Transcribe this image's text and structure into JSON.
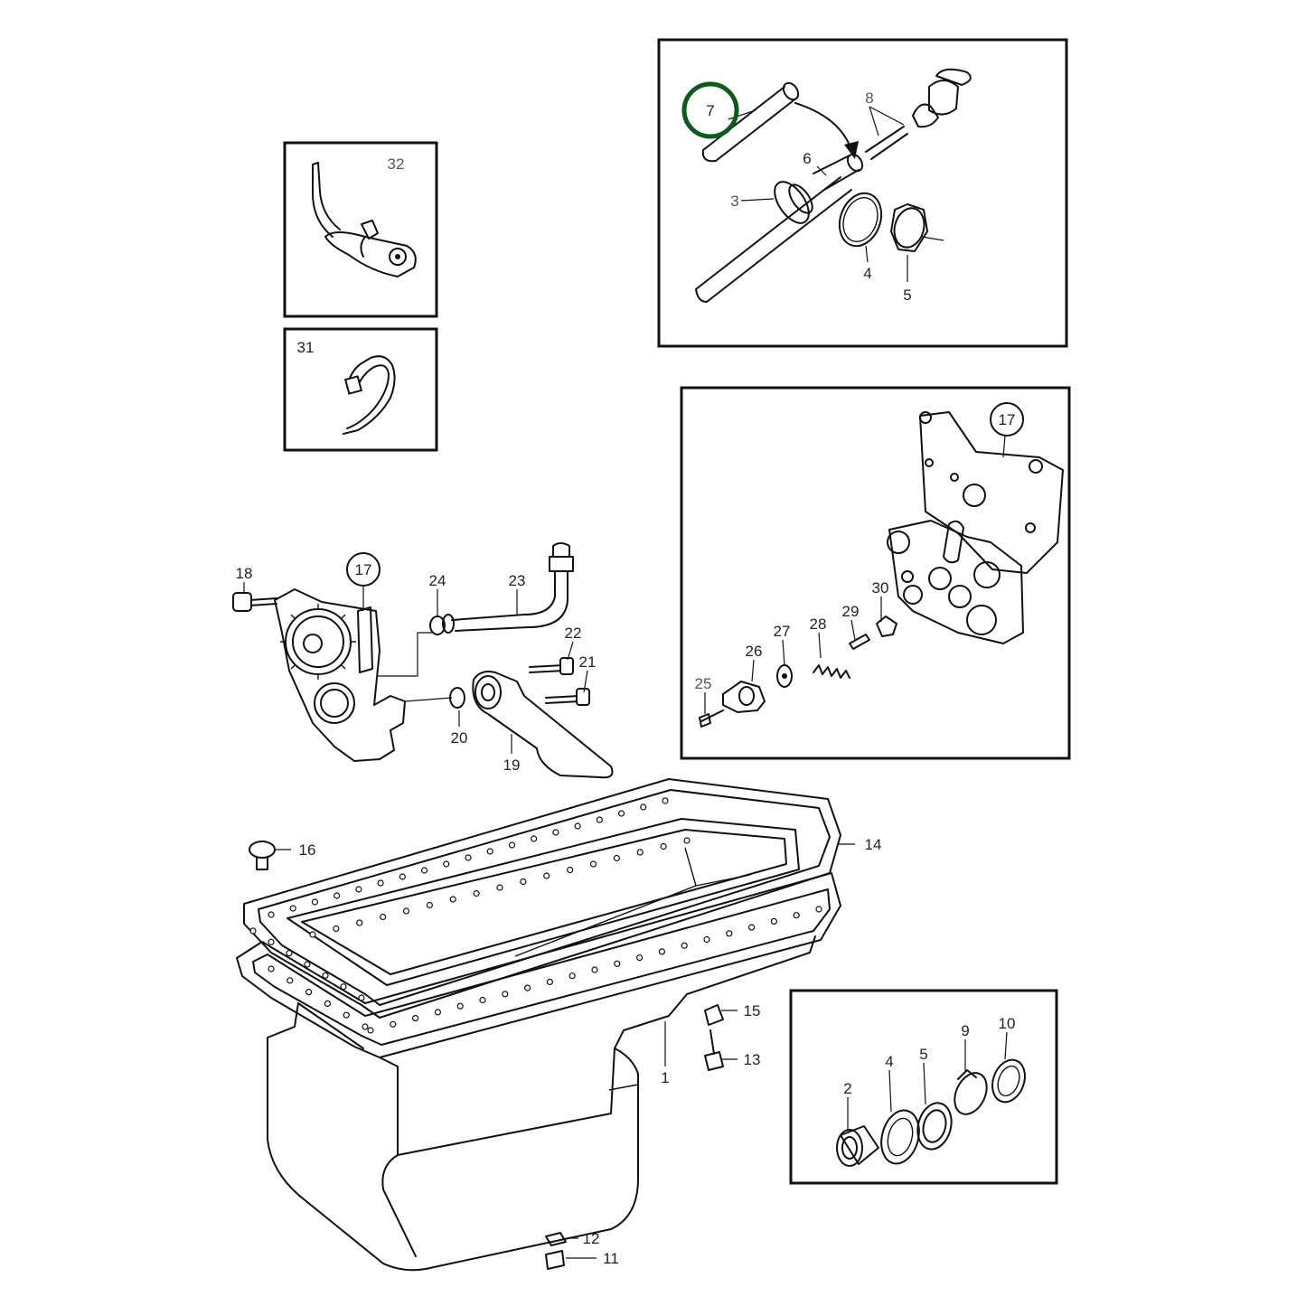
{
  "hotspots": [
    {
      "id": "p1",
      "label": "1"
    },
    {
      "id": "p2",
      "label": "2"
    },
    {
      "id": "p3",
      "label": "3"
    },
    {
      "id": "p4a",
      "label": "4"
    },
    {
      "id": "p4b",
      "label": "4"
    },
    {
      "id": "p5a",
      "label": "5"
    },
    {
      "id": "p5b",
      "label": "5"
    },
    {
      "id": "p6",
      "label": "6"
    },
    {
      "id": "p7",
      "label": "7"
    },
    {
      "id": "p8",
      "label": "8"
    },
    {
      "id": "p9",
      "label": "9"
    },
    {
      "id": "p10",
      "label": "10"
    },
    {
      "id": "p11",
      "label": "11"
    },
    {
      "id": "p12",
      "label": "12"
    },
    {
      "id": "p13",
      "label": "13"
    },
    {
      "id": "p14",
      "label": "14"
    },
    {
      "id": "p15",
      "label": "15"
    },
    {
      "id": "p16",
      "label": "16"
    },
    {
      "id": "p17a",
      "label": "17"
    },
    {
      "id": "p17b",
      "label": "17"
    },
    {
      "id": "p18",
      "label": "18"
    },
    {
      "id": "p19",
      "label": "19"
    },
    {
      "id": "p20",
      "label": "20"
    },
    {
      "id": "p21",
      "label": "21"
    },
    {
      "id": "p22",
      "label": "22"
    },
    {
      "id": "p23",
      "label": "23"
    },
    {
      "id": "p24",
      "label": "24"
    },
    {
      "id": "p25",
      "label": "25"
    },
    {
      "id": "p26",
      "label": "26"
    },
    {
      "id": "p27",
      "label": "27"
    },
    {
      "id": "p28",
      "label": "28"
    },
    {
      "id": "p29",
      "label": "29"
    },
    {
      "id": "p30",
      "label": "30"
    },
    {
      "id": "p31",
      "label": "31"
    },
    {
      "id": "p32",
      "label": "32"
    }
  ],
  "selected_part": "7",
  "colors": {
    "line": "#111111",
    "highlight": "#0b5b1b",
    "background": "#ffffff"
  }
}
